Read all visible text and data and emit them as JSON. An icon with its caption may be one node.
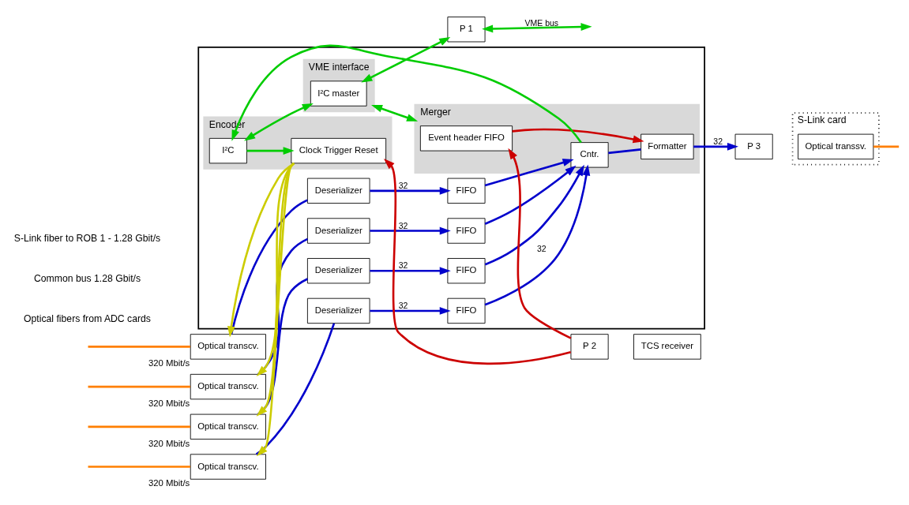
{
  "diagram": {
    "nodes": [
      {
        "text": [],
        "shape": "box"
      },
      {
        "text": [
          "Optical transcv."
        ],
        "beside": [
          "320 Mbit/s"
        ]
      },
      {
        "text": [
          "Deserializer"
        ],
        "in": 0
      },
      {
        "text": [
          "FIFO"
        ],
        "in": 0
      },
      {
        "text": [
          "Optical transcv."
        ],
        "beside": [
          "320 Mbit/s"
        ]
      },
      {
        "text": [
          "Deserializer"
        ],
        "in": 0
      },
      {
        "text": [
          "FIFO"
        ],
        "in": 0
      },
      {
        "text": [
          "Optical transcv."
        ],
        "beside": [
          "320 Mbit/s"
        ]
      },
      {
        "text": [
          "Deserializer"
        ],
        "in": 0
      },
      {
        "text": [
          "FIFO"
        ],
        "in": 0
      },
      {
        "text": [
          "Optical transcv."
        ],
        "beside": [
          "320 Mbit/s"
        ]
      },
      {
        "text": [
          "Deserializer"
        ],
        "in": 0
      },
      {
        "text": [
          "FIFO"
        ],
        "in": 0
      },
      {
        "text": [
          "VME interface"
        ],
        "in": 0
      },
      {
        "text": [
          "I²C master"
        ],
        "in": 13
      },
      {
        "text": [
          "P 1"
        ]
      },
      {
        "text": [
          "Encoder"
        ],
        "in": 0
      },
      {
        "text": [
          "I²C"
        ],
        "in": 16
      },
      {
        "text": [
          "Clock Trigger Reset"
        ],
        "in": 16
      },
      {
        "text": [
          "P 2"
        ]
      },
      {
        "text": [
          "TCS receiver"
        ]
      },
      {
        "text": [
          "Merger"
        ],
        "in": 0
      },
      {
        "text": [
          "Event header FIFO"
        ],
        "in": 21
      },
      {
        "text": [
          "Cntr."
        ],
        "in": 21
      },
      {
        "text": [
          "Formatter"
        ],
        "in": 21
      },
      {
        "text": [
          "P 3"
        ]
      },
      {
        "text": [
          "S-Link card"
        ]
      },
      {
        "text": [
          "Optical transsv."
        ],
        "in": 26
      }
    ],
    "edges": [
      {
        "from": null,
        "to": 1,
        "arrow": "none",
        "color": "#ff7f00"
      },
      {
        "from": null,
        "to": 4,
        "arrow": "none",
        "color": "#ff7f00"
      },
      {
        "from": null,
        "to": 7,
        "arrow": "none",
        "color": "#ff7f00"
      },
      {
        "from": null,
        "to": 10,
        "arrow": "none",
        "color": "#ff7f00"
      },
      {
        "from": 1,
        "to": 2,
        "arrow": "none"
      },
      {
        "from": 2,
        "to": 3,
        "arrow": "to",
        "label": "32"
      },
      {
        "from": 4,
        "to": 5,
        "arrow": "none"
      },
      {
        "from": 5,
        "to": 6,
        "arrow": "to",
        "label": "32"
      },
      {
        "from": 7,
        "to": 8,
        "arrow": "none"
      },
      {
        "from": 8,
        "to": 9,
        "arrow": "to",
        "label": "32"
      },
      {
        "from": 10,
        "to": 11,
        "arrow": "none"
      },
      {
        "from": 11,
        "to": 12,
        "arrow": "to",
        "label": "32"
      },
      {
        "from": 3,
        "to": 23,
        "arrow": "to"
      },
      {
        "from": 6,
        "to": 23,
        "arrow": "to"
      },
      {
        "from": 9,
        "to": 23,
        "arrow": "to"
      },
      {
        "from": 12,
        "to": 23,
        "arrow": "to",
        "label": "32"
      },
      {
        "from": 23,
        "to": 24,
        "arrow": "none"
      },
      {
        "from": 24,
        "to": 25,
        "arrow": "to",
        "label": "32"
      },
      {
        "from": 18,
        "to": 1,
        "arrow": "to",
        "color": "#cccc00"
      },
      {
        "from": 18,
        "to": 4,
        "arrow": "to",
        "color": "#cccc00"
      },
      {
        "from": 18,
        "to": 7,
        "arrow": "to",
        "color": "#cccc00"
      },
      {
        "from": 18,
        "to": 10,
        "arrow": "to",
        "color": "#cccc00"
      },
      {
        "from": 23,
        "to": 17,
        "arrow": "to",
        "color": "#00cc00"
      },
      {
        "from": 17,
        "to": 18,
        "arrow": "to",
        "color": "#00cc00"
      },
      {
        "from": 17,
        "to": 14,
        "arrow": "both",
        "color": "#00cc00"
      },
      {
        "from": 14,
        "to": 15,
        "arrow": "both",
        "color": "#00cc00"
      },
      {
        "from": 15,
        "to": null,
        "arrow": "both",
        "label": "VME bus",
        "color": "#00cc00"
      },
      {
        "from": 13,
        "to": 21,
        "arrow": "both",
        "color": "#00cc00"
      },
      {
        "from": 19,
        "to": 18,
        "arrow": "to",
        "color": "#cc0000"
      },
      {
        "from": 19,
        "to": 22,
        "arrow": "to",
        "color": "#cc0000"
      },
      {
        "from": 22,
        "to": 24,
        "arrow": "to",
        "color": "#cc0000"
      },
      {
        "from": 27,
        "to": null,
        "arrow": "none",
        "color": "#ff7f00"
      }
    ],
    "labels": [
      "Optical fibers from ADC cards",
      "Common bus 1.28 Gbit/s",
      "S-Link fiber to ROB 1 - 1.28 Gbit/s"
    ]
  }
}
